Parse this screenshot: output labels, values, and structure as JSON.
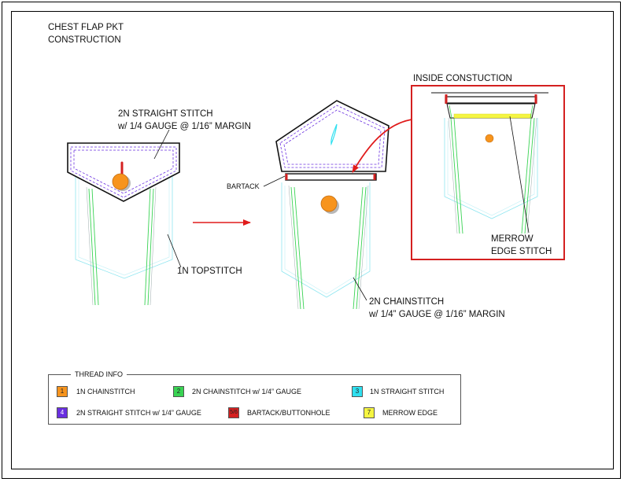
{
  "title": {
    "line1": "CHEST FLAP PKT",
    "line2": "CONSTRUCTION"
  },
  "callouts": {
    "straight_stitch_line1": "2N STRAIGHT STITCH",
    "straight_stitch_line2": "w/ 1/4 GAUGE @ 1/16” MARGIN",
    "bartack": "BARTACK",
    "topstitch": "1N TOPSTITCH",
    "chainstitch_line1": "2N CHAINSTITCH",
    "chainstitch_line2": "w/ 1/4” GAUGE @ 1/16” MARGIN",
    "inside_construction": "INSIDE CONSTUCTION",
    "merrow_line1": "MERROW",
    "merrow_line2": "EDGE STITCH"
  },
  "legend": {
    "title": "THREAD INFO",
    "items": [
      {
        "code": "1",
        "label": "1N CHAINSTITCH",
        "color": "#f7941d"
      },
      {
        "code": "2",
        "label": "2N CHAINSTITCH w/ 1/4” GAUGE",
        "color": "#39d353"
      },
      {
        "code": "3",
        "label": "1N STRAIGHT STITCH",
        "color": "#2fe0f0"
      },
      {
        "code": "4",
        "label": "2N STRAIGHT STITCH w/ 1/4” GAUGE",
        "color": "#6a2fe0"
      },
      {
        "code": "5/6",
        "label": "BARTACK/BUTTONHOLE",
        "color": "#d42020"
      },
      {
        "code": "7",
        "label": "MERROW EDGE",
        "color": "#f5f542"
      }
    ]
  }
}
